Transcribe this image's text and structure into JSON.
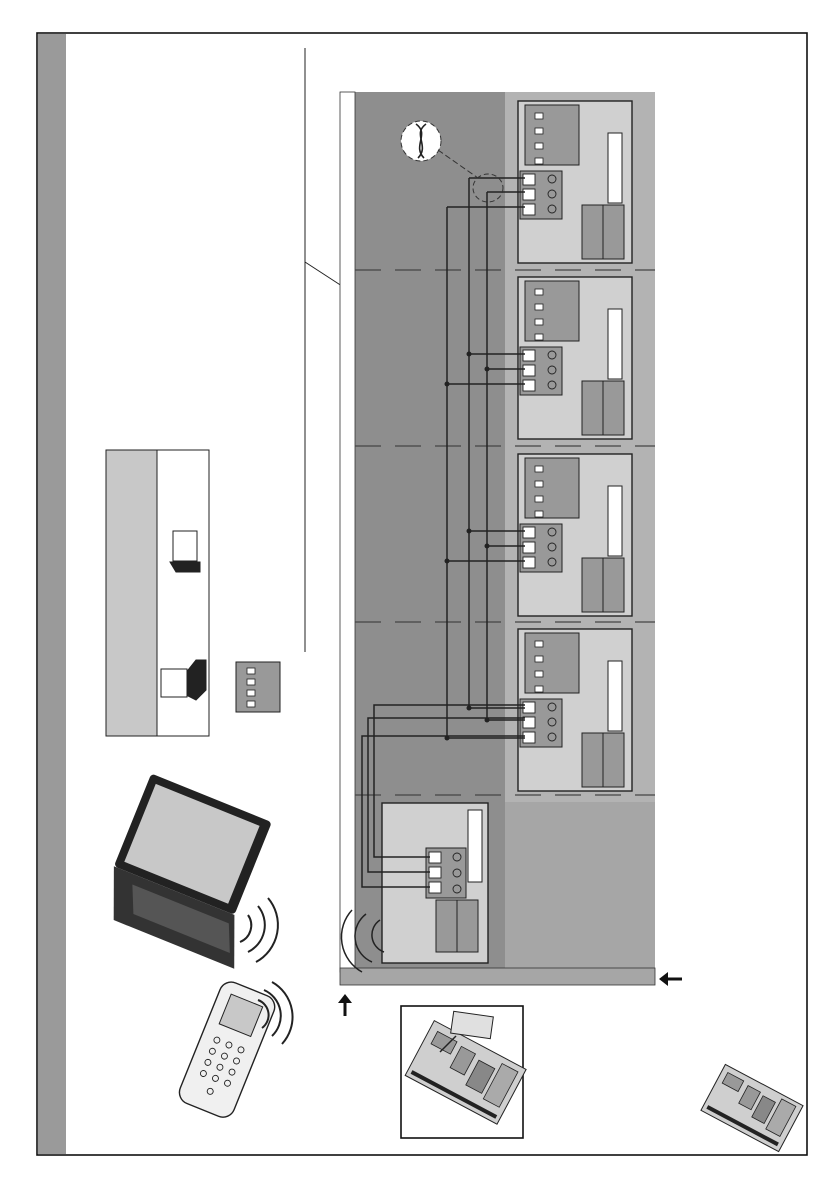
{
  "page": {
    "number": ""
  },
  "colors": {
    "sidebar": "#9a9a9a",
    "panel_dark": "#8e8e8e",
    "panel_mid": "#a6a6a6",
    "panel_light": "#b8b8b8",
    "board": "#d0d0d0",
    "module": "#999999",
    "ink": "#222222",
    "inset_bg": "#cfcfcf"
  },
  "diagram": {
    "receiver_count": 4,
    "dip_switches_per_receiver": 4,
    "terminals_per_connector": 3,
    "icons": [
      "laptop-icon",
      "handheld-programmer-icon",
      "control-board-icon",
      "wireless-signal-icon",
      "dip-switch-icon",
      "jumper-icon"
    ]
  }
}
